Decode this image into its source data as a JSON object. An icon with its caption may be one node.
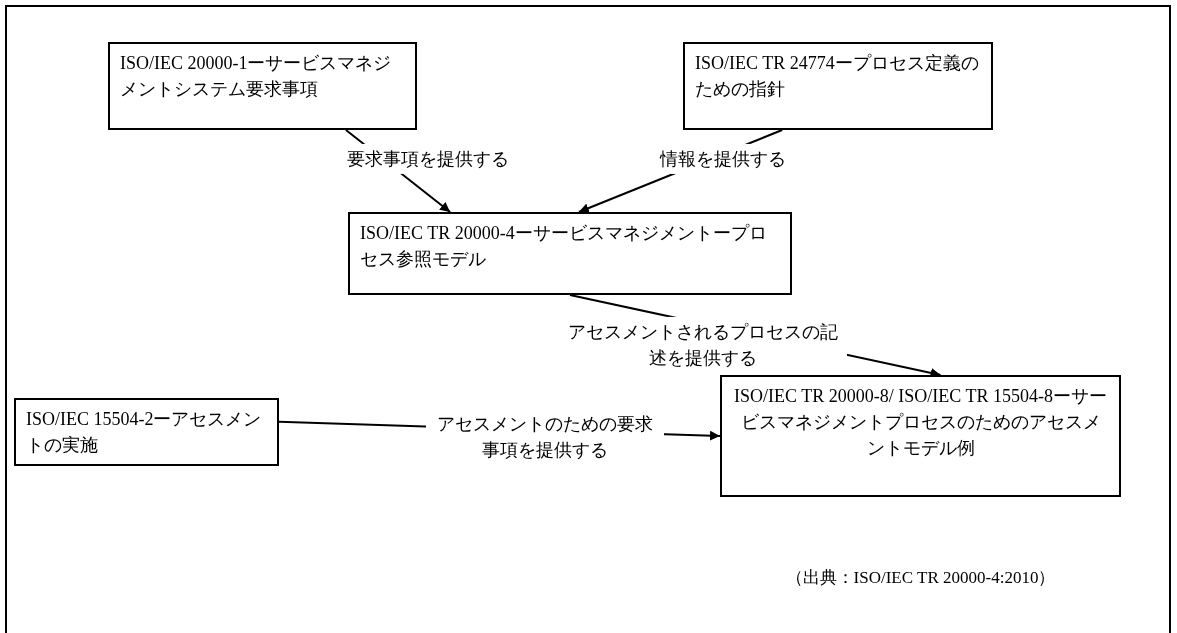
{
  "diagram": {
    "caption": "（出典：ISO/IEC TR 20000-4:2010）",
    "nodes": [
      {
        "text": [
          "ISO/IEC 20000-1ーサービスマネジメントシステム要求事項"
        ]
      },
      {
        "text": [
          "ISO/IEC TR 24774ープロセス定義のための指針"
        ]
      },
      {
        "text": [
          "ISO/IEC TR 20000-4ーサービスマネジメントープロセス参照モデル"
        ]
      },
      {
        "text": [
          "ISO/IEC 15504-2ーアセスメントの実施"
        ]
      },
      {
        "text": [
          "ISO/IEC TR 20000-8/ ISO/IEC TR 15504-8ーサービスマネジメントプロセスのためのアセスメントモデル例"
        ]
      }
    ],
    "edges": [
      {
        "from": 0,
        "to": 2,
        "arrow": "to",
        "label": "要求事項を提供する"
      },
      {
        "from": 1,
        "to": 2,
        "arrow": "to",
        "label": "情報を提供する"
      },
      {
        "from": 2,
        "to": 4,
        "arrow": "to",
        "label": "アセスメントされるプロセスの記述を提供する"
      },
      {
        "from": 3,
        "to": 4,
        "arrow": "to",
        "label": "アセスメントのための要求事項を提供する"
      }
    ]
  }
}
